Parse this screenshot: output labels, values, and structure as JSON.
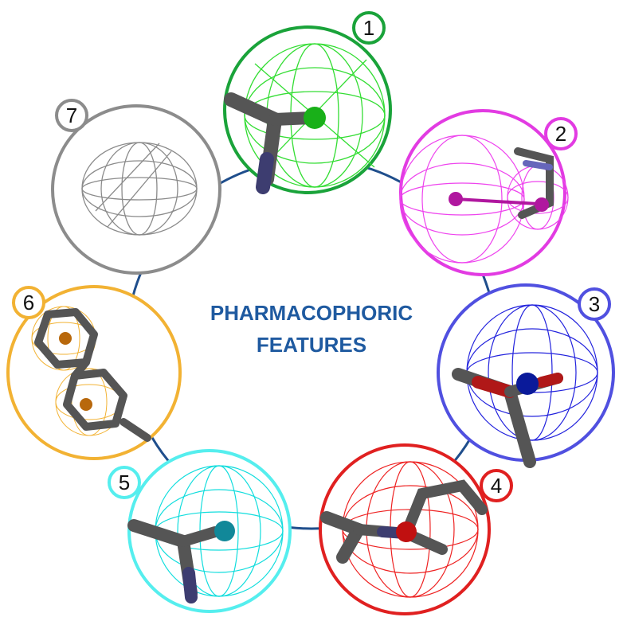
{
  "title": {
    "line1": "PHARMACOPHORIC",
    "line2": "FEATURES"
  },
  "features": [
    {
      "number": "1",
      "color": "#1aa33a",
      "mesh": "#33dd33",
      "atom": "#19b019"
    },
    {
      "number": "2",
      "color": "#e23be2",
      "mesh": "#ee44ee",
      "atom": "#b0179f"
    },
    {
      "number": "3",
      "color": "#5050e0",
      "mesh": "#2222dd",
      "atom": "#0a1a9a"
    },
    {
      "number": "4",
      "color": "#e02020",
      "mesh": "#ee2222",
      "atom": "#c01010"
    },
    {
      "number": "5",
      "color": "#55eeee",
      "mesh": "#11dddd",
      "atom": "#118899"
    },
    {
      "number": "6",
      "color": "#f2b233",
      "mesh": "#f2b233",
      "atom": "#b8680c"
    },
    {
      "number": "7",
      "color": "#8c8c8c",
      "mesh": "#8a8a8a",
      "atom": "#8a8a8a"
    }
  ],
  "ring_color": "#1f4e8c"
}
